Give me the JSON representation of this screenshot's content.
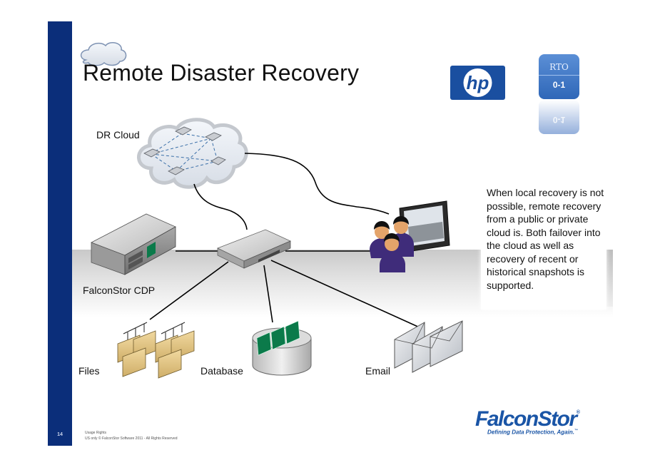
{
  "slide": {
    "title": "Remote Disaster Recovery",
    "page_number": "14",
    "footer": {
      "line1": "Usage Rights",
      "line2": "US only © FalconStor Software 2011 - All Rights Reserved"
    }
  },
  "badges": {
    "hp_logo": "hp",
    "rto_label": "RTO",
    "rto_value": "0-1"
  },
  "diagram": {
    "labels": {
      "dr_cloud": "DR Cloud",
      "cdp": "FalconStor CDP",
      "files": "Files",
      "database": "Database",
      "email": "Email"
    },
    "description": "When local recovery is not possible, remote recovery from a public or private cloud is. Both failover into the cloud as well as recovery of recent or historical snapshots is supported."
  },
  "brand": {
    "name": "FalconStor",
    "tagline": "Defining Data Protection, Again.",
    "tagline_mark": "™",
    "name_mark": "®",
    "colors": {
      "primary": "#1a55a6",
      "sidebar": "#0b2e7a",
      "db_green": "#0b7a4a",
      "users": "#3f2c7a"
    }
  }
}
